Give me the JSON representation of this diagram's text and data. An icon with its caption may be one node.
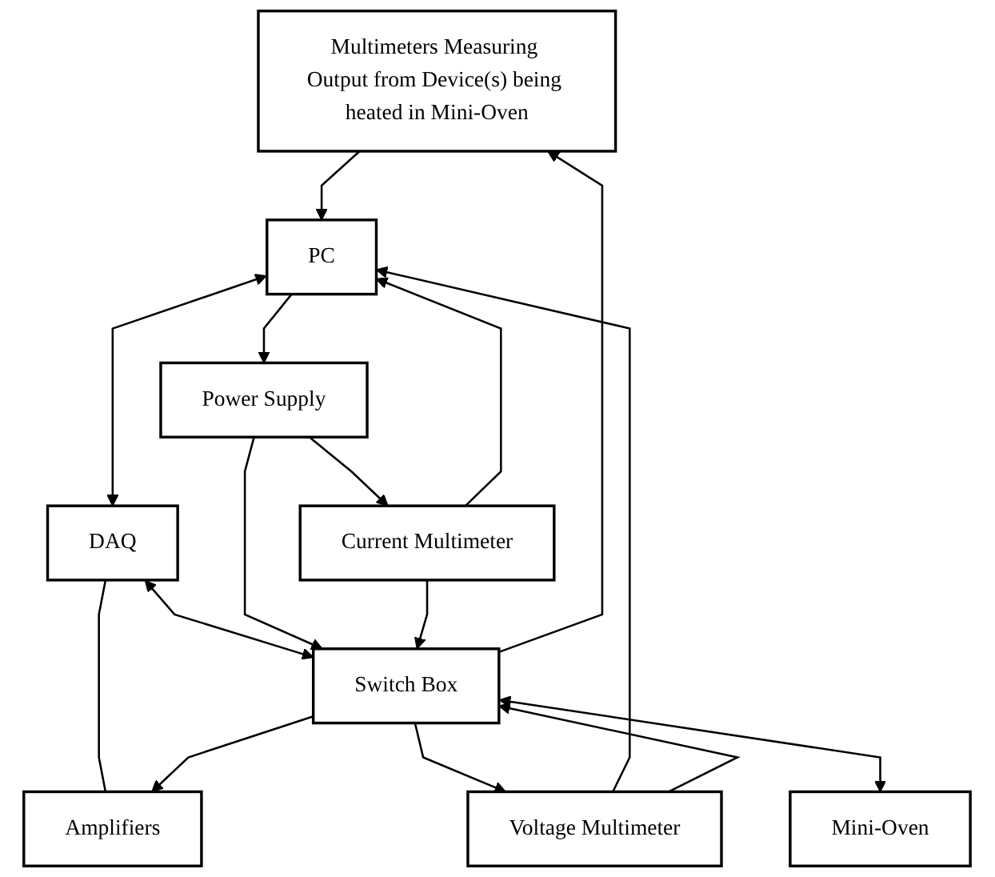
{
  "diagram": {
    "nodes": [
      {
        "text": [
          "Multimeters Measuring Output from Device(s) being heated in Mini-Oven"
        ]
      },
      {
        "text": [
          "Voltage Multimeter"
        ]
      },
      {
        "text": [
          "PC"
        ]
      },
      {
        "text": [
          "Amplifiers"
        ]
      },
      {
        "text": [
          "DAQ"
        ]
      },
      {
        "text": [
          "Switch Box"
        ]
      },
      {
        "text": [
          "Power Supply"
        ]
      },
      {
        "text": [
          "Current Multimeter"
        ]
      },
      {
        "text": [
          "Mini-Oven"
        ]
      }
    ],
    "edges": [
      {
        "from": 0,
        "to": 2,
        "arrow": "to"
      },
      {
        "from": 1,
        "to": 2,
        "arrow": "to"
      },
      {
        "from": 5,
        "to": 0,
        "arrow": "to"
      },
      {
        "from": 1,
        "to": 5,
        "arrow": "to"
      },
      {
        "from": 5,
        "to": 1,
        "arrow": "to"
      },
      {
        "from": 4,
        "to": 3,
        "arrow": "none"
      },
      {
        "from": 5,
        "to": 3,
        "arrow": "to"
      },
      {
        "from": 2,
        "to": 4,
        "arrow": "both"
      },
      {
        "from": 4,
        "to": 5,
        "arrow": "both"
      },
      {
        "from": 2,
        "to": 6,
        "arrow": "to"
      },
      {
        "from": 6,
        "to": 5,
        "arrow": "to"
      },
      {
        "from": 6,
        "to": 7,
        "arrow": "to"
      },
      {
        "from": 7,
        "to": 2,
        "arrow": "to"
      },
      {
        "from": 7,
        "to": 5,
        "arrow": "to"
      },
      {
        "from": 5,
        "to": 8,
        "arrow": "both"
      }
    ]
  }
}
